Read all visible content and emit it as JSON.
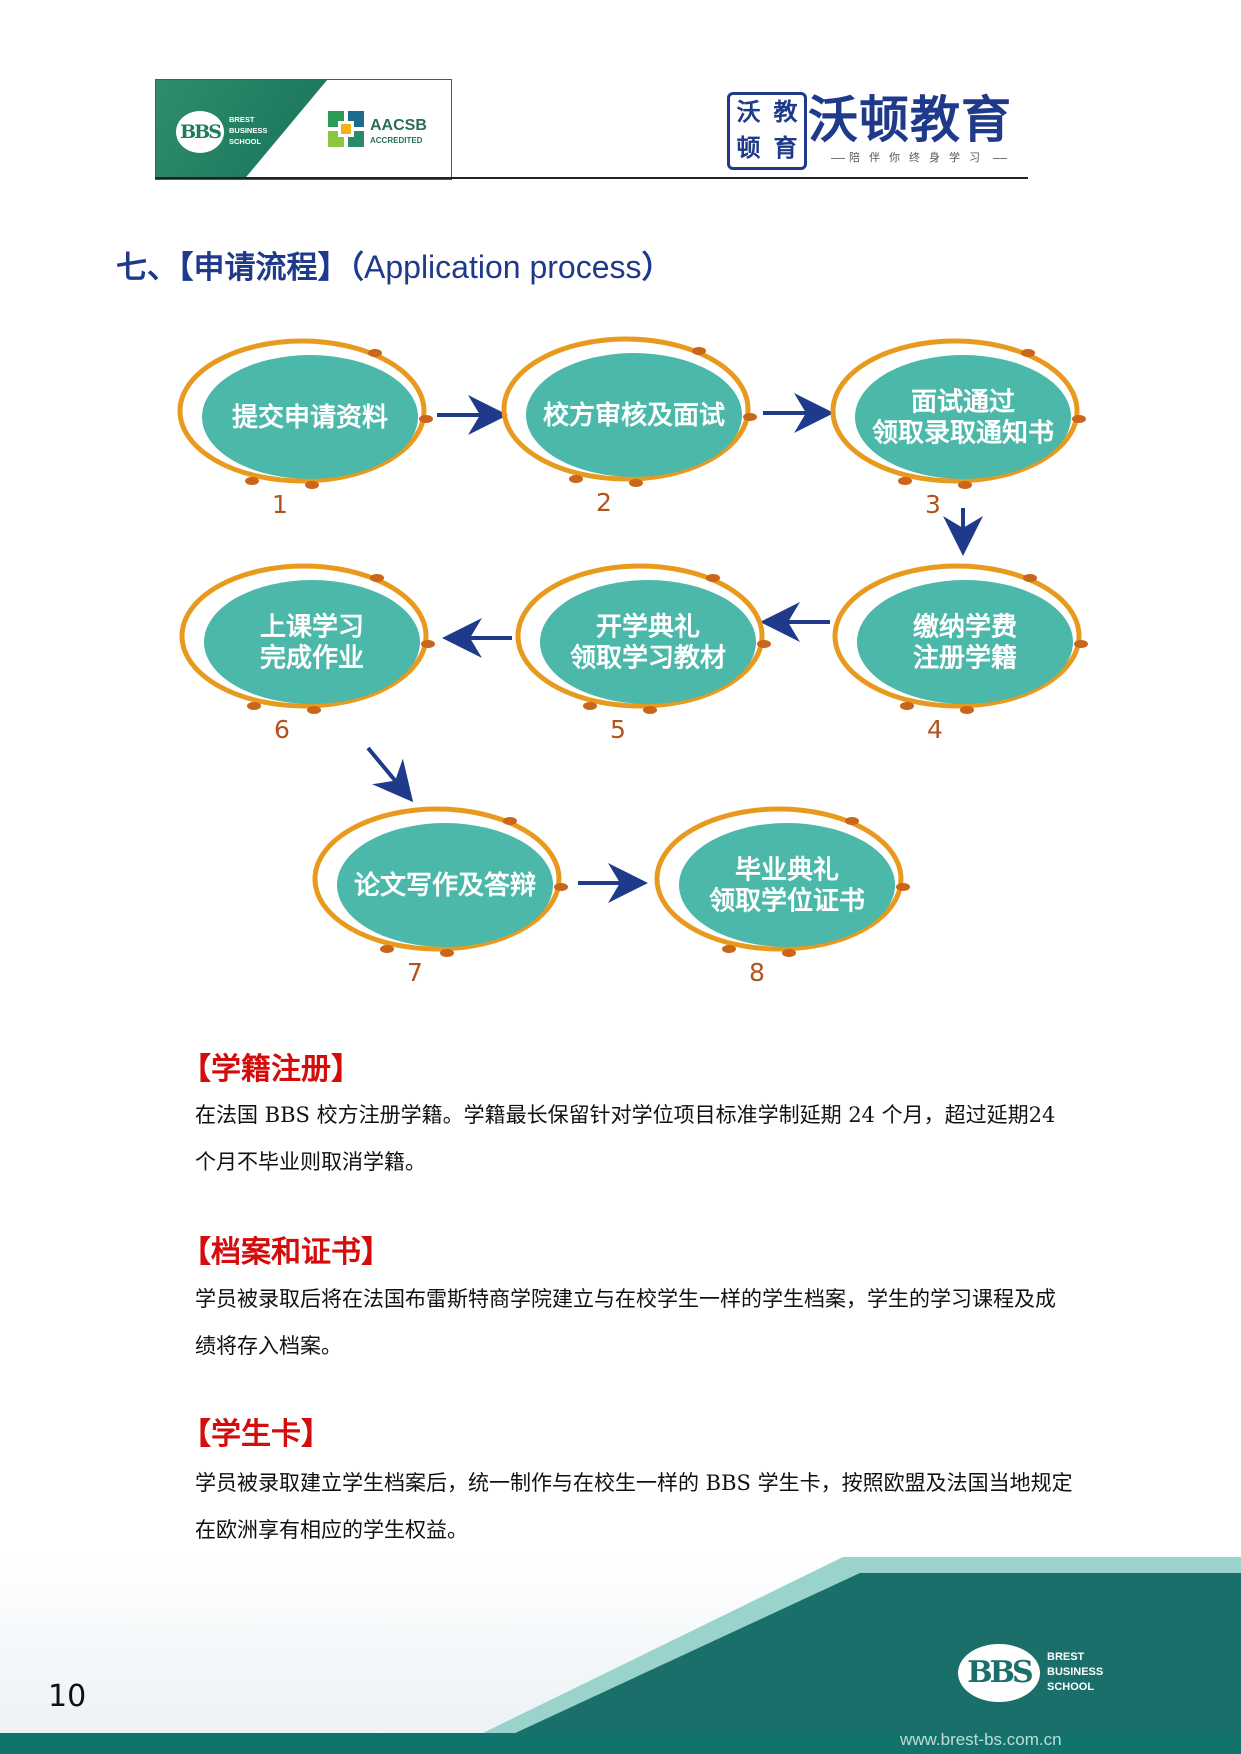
{
  "header": {
    "bbs_badge": "BBS",
    "bbs_lines": [
      "BREST",
      "BUSINESS",
      "SCHOOL"
    ],
    "aacsb": "AACSB",
    "aacsb_sub": "ACCREDITED",
    "seal_chars": [
      "沃",
      "教",
      "顿",
      "育"
    ],
    "brand_name": "沃顿教育",
    "brand_slogan": "陪伴你终身学习"
  },
  "title": {
    "cn": "七、【申请流程】（",
    "en": "Application process",
    "close": "）"
  },
  "flow": {
    "steps": [
      {
        "num": "1",
        "lines": [
          "提交申请资料"
        ]
      },
      {
        "num": "2",
        "lines": [
          "校方审核及面试"
        ]
      },
      {
        "num": "3",
        "lines": [
          "面试通过",
          "领取录取通知书"
        ]
      },
      {
        "num": "4",
        "lines": [
          "缴纳学费",
          "注册学籍"
        ]
      },
      {
        "num": "5",
        "lines": [
          "开学典礼",
          "领取学习教材"
        ]
      },
      {
        "num": "6",
        "lines": [
          "上课学习",
          "完成作业"
        ]
      },
      {
        "num": "7",
        "lines": [
          "论文写作及答辩"
        ]
      },
      {
        "num": "8",
        "lines": [
          "毕业典礼",
          "领取学位证书"
        ]
      }
    ],
    "colors": {
      "fill": "#4bb8a9",
      "ring": "#e89a1e",
      "dot": "#c9661c",
      "arrow": "#1f3a8a",
      "number": "#b0531d"
    }
  },
  "sections": [
    {
      "heading": "【学籍注册】",
      "body": "在法国 BBS 校方注册学籍。学籍最长保留针对学位项目标准学制延期 24 个月，超过延期24 个月不毕业则取消学籍。"
    },
    {
      "heading": "【档案和证书】",
      "body": "学员被录取后将在法国布雷斯特商学院建立与在校学生一样的学生档案，学生的学习课程及成绩将存入档案。"
    },
    {
      "heading": "【学生卡】",
      "body": "学员被录取建立学生档案后，统一制作与在校生一样的 BBS 学生卡，按照欧盟及法国当地规定在欧洲享有相应的学生权益。"
    }
  ],
  "footer": {
    "page_number": "10",
    "bbs_badge": "BBS",
    "bbs_lines": [
      "BREST",
      "BUSINESS",
      "SCHOOL"
    ],
    "url": "www.brest-bs.com.cn"
  }
}
